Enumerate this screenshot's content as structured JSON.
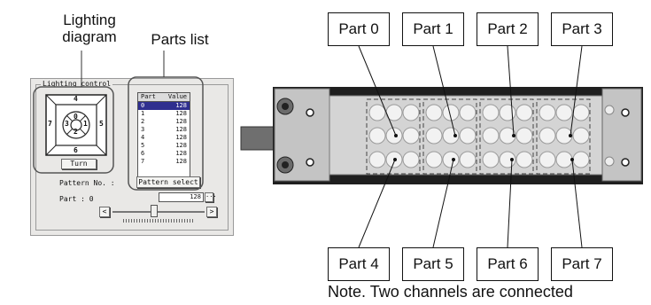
{
  "callouts": {
    "lighting_diagram": [
      "Lighting",
      "diagram"
    ],
    "parts_list": "Parts list"
  },
  "panel": {
    "group_title": "Lighting control",
    "diagram_numbers": {
      "top": "4",
      "left": "7",
      "right": "5",
      "bottom": "6",
      "inner_top": "0",
      "inner_left": "3",
      "inner_right": "1",
      "inner_bottom": "2"
    },
    "turn_button": "Turn",
    "pattern_label": "Pattern No. :",
    "pattern_select_button": "Pattern select",
    "part_label": "Part : 0",
    "part_value": "128",
    "more_button": "···",
    "slider_left": "<",
    "slider_right": ">",
    "slider_level": 0.45,
    "table": {
      "headers": [
        "Part",
        "Value"
      ],
      "rows": [
        {
          "part": "0",
          "value": "128"
        },
        {
          "part": "1",
          "value": "128"
        },
        {
          "part": "2",
          "value": "128"
        },
        {
          "part": "3",
          "value": "128"
        },
        {
          "part": "4",
          "value": "128"
        },
        {
          "part": "5",
          "value": "128"
        },
        {
          "part": "6",
          "value": "128"
        },
        {
          "part": "7",
          "value": "128"
        }
      ]
    }
  },
  "parts_top": [
    "Part 0",
    "Part 1",
    "Part 2",
    "Part 3"
  ],
  "parts_bottom": [
    "Part 4",
    "Part 5",
    "Part 6",
    "Part 7"
  ],
  "note": "Note. Two channels are connected",
  "colors": {
    "panel_bg": "#e9e8e6",
    "selected_row": "#2f2f8f",
    "device_body": "#bdbdbd",
    "device_dark": "#1f1f1f"
  }
}
